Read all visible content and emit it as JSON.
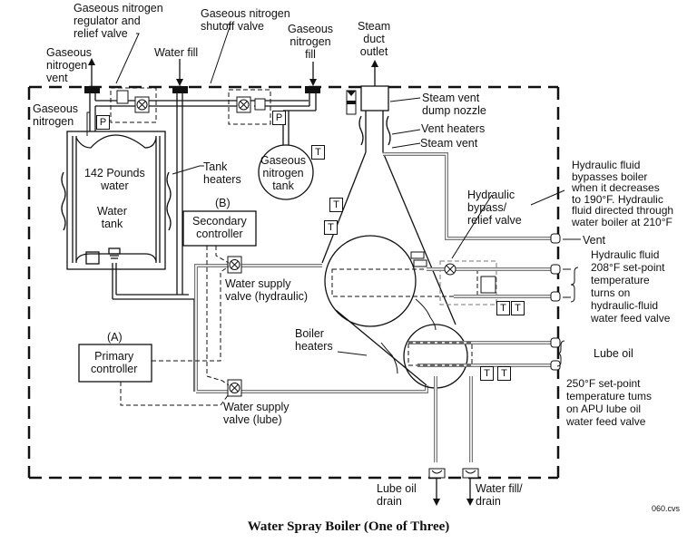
{
  "title": "Water Spray Boiler (One of Three)",
  "figure_code": "060.cvs",
  "labels": {
    "gn2_regulator": "Gaseous nitrogen\nregulator and\nrelief valve",
    "gn2_shutoff": "Gaseous nitrogen\nshutoff valve",
    "gn2_fill": "Gaseous\nnitrogen\nfill",
    "steam_duct_outlet": "Steam\nduct\noutlet",
    "gn2_vent": "Gaseous\nnitrogen\nvent",
    "water_fill": "Water fill",
    "gaseous_nitrogen": "Gaseous\nnitrogen",
    "steam_vent_dump_nozzle": "Steam vent\ndump nozzle",
    "vent_heaters": "Vent heaters",
    "steam_vent": "Steam vent",
    "water_tank_capacity": "142 Pounds\nwater",
    "water_tank": "Water\ntank",
    "tank_heaters": "Tank\nheaters",
    "gn2_tank": "Gaseous\nnitrogen\ntank",
    "hydraulic_note": "Hydraulic fluid\nbypasses boiler\nwhen it decreases\nto 190°F. Hydraulic\nfluid directed through\nwater boiler at 210°F",
    "hydraulic_bypass": "Hydraulic\nbypass/\nrelief valve",
    "controller_b_tag": "(B)",
    "secondary_controller": "Secondary\ncontroller",
    "vent": "Vent",
    "hydraulic_setpoint": "Hydraulic fluid\n208°F set-point\ntemperature\nturns on\nhydraulic-fluid\nwater feed valve",
    "water_supply_hydraulic": "Water supply\nvalve (hydraulic)",
    "boiler_heaters": "Boiler\nheaters",
    "lube_oil": "Lube oil",
    "controller_a_tag": "(A)",
    "primary_controller": "Primary\ncontroller",
    "lube_setpoint": "250°F set-point\ntemperature tums\non APU lube oil\nwater feed valve",
    "water_supply_lube": "Water supply\nvalve (lube)",
    "lube_oil_drain": "Lube oil\ndrain",
    "water_fill_drain": "Water fill/\ndrain"
  },
  "sensor_marks": {
    "pressure": "P",
    "temperature": "T"
  }
}
